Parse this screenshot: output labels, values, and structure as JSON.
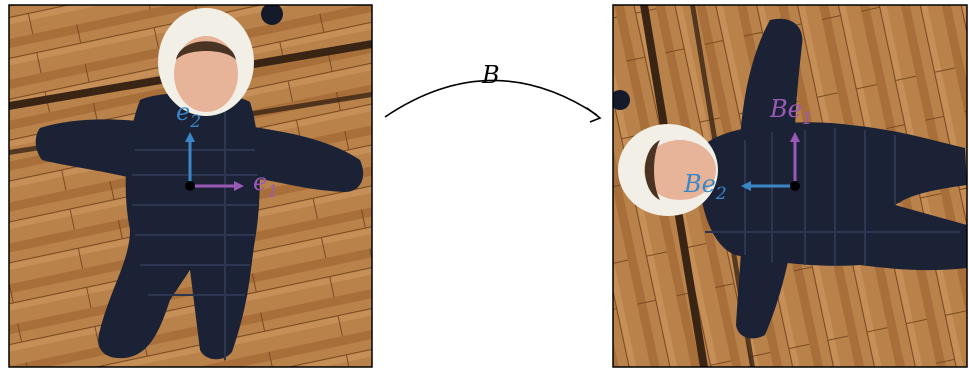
{
  "transform_label": "B",
  "left_panel": {
    "vector_e1": {
      "base": "e",
      "sub": "1"
    },
    "vector_e2": {
      "base": "e",
      "sub": "2"
    }
  },
  "right_panel": {
    "vector_Be1": {
      "base": "Be",
      "sub": "1"
    },
    "vector_Be2": {
      "base": "Be",
      "sub": "2"
    }
  },
  "colors": {
    "e1": "#9b59b6",
    "e2": "#3b86c6",
    "snowsuit": "#1b2236",
    "floor_light": "#b67d45",
    "floor_dark": "#8a5428",
    "hood_trim": "#f2efe6",
    "skin": "#e7b49a"
  }
}
